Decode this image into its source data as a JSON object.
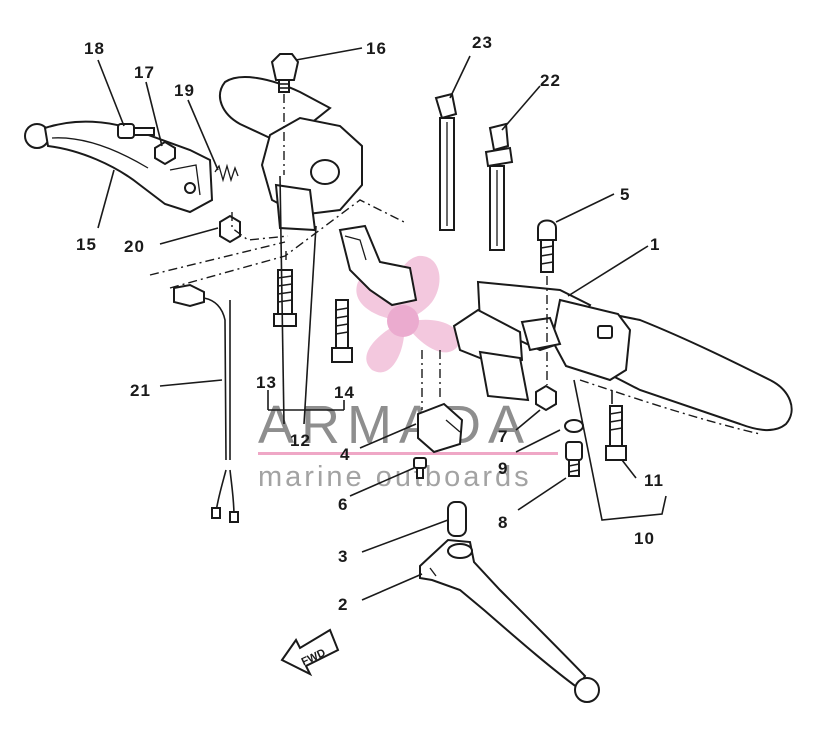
{
  "diagram": {
    "callouts": [
      "1",
      "2",
      "3",
      "4",
      "5",
      "6",
      "7",
      "8",
      "9",
      "10",
      "11",
      "12",
      "13",
      "14",
      "15",
      "16",
      "17",
      "18",
      "19",
      "20",
      "21",
      "22",
      "23"
    ],
    "fwd_label": "FWD"
  },
  "watermark": {
    "brand": "ARMADA",
    "tagline": "marine outboards",
    "colors": {
      "brand_text": "#8e8e8e",
      "accent": "#e7a6c8",
      "rule": "#efa7c6"
    }
  }
}
